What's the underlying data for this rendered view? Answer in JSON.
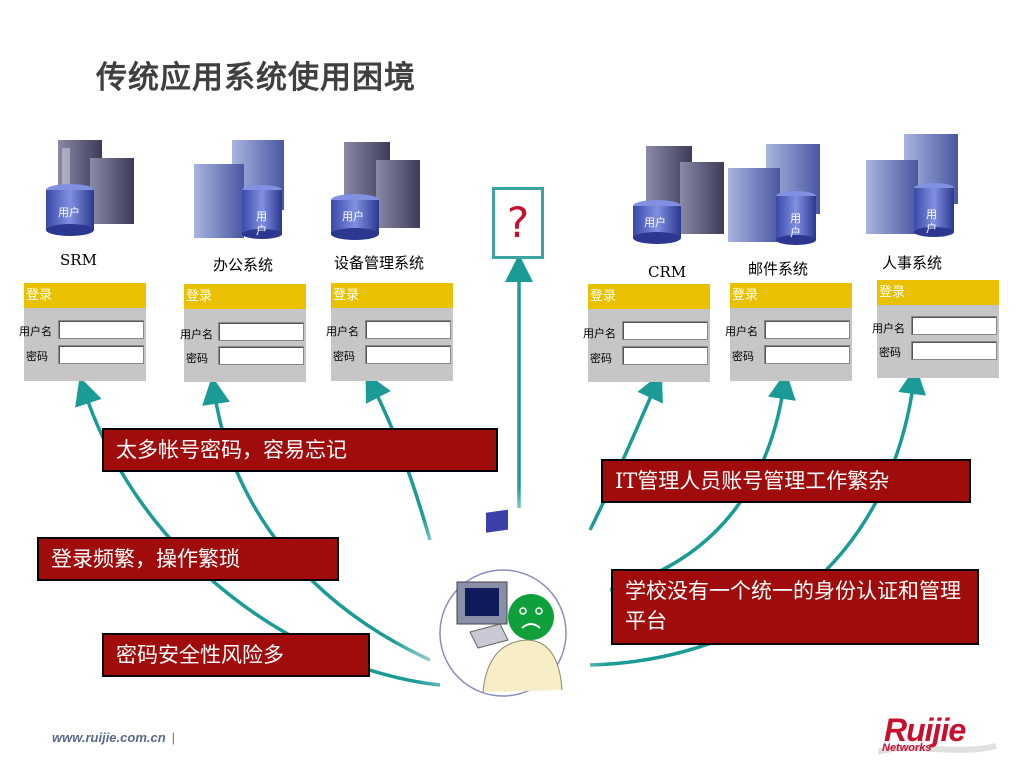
{
  "title": "传统应用系统使用困境",
  "servers": [
    {
      "name": "SRM",
      "user_tag": "用户"
    },
    {
      "name": "办公系统",
      "user_tag": "用户"
    },
    {
      "name": "设备管理系统",
      "user_tag": "用户"
    },
    {
      "name": "CRM",
      "user_tag": "用户"
    },
    {
      "name": "邮件系统",
      "user_tag": "用户"
    },
    {
      "name": "人事系统",
      "user_tag": "用户"
    }
  ],
  "login_form": {
    "header": "登录",
    "username_label": "用户名",
    "password_label": "密码"
  },
  "question_mark": "?",
  "issues": [
    "太多帐号密码，容易忘记",
    "登录频繁，操作繁琐",
    "密码安全性风险多",
    "IT管理人员账号管理工作繁杂",
    "学校没有一个统一的身份认证和管理平台"
  ],
  "footer_url": "www.ruijie.com.cn",
  "footer_separator": "|",
  "logo": {
    "wordmark": "Ruijie",
    "sub": "Networks"
  },
  "colors": {
    "arrow": "#1a9b96",
    "issue_fill": "#a00c0c",
    "login_header": "#eac100",
    "login_body": "#c6c6c6",
    "question": "#c8102e",
    "brand": "#c8102e"
  }
}
